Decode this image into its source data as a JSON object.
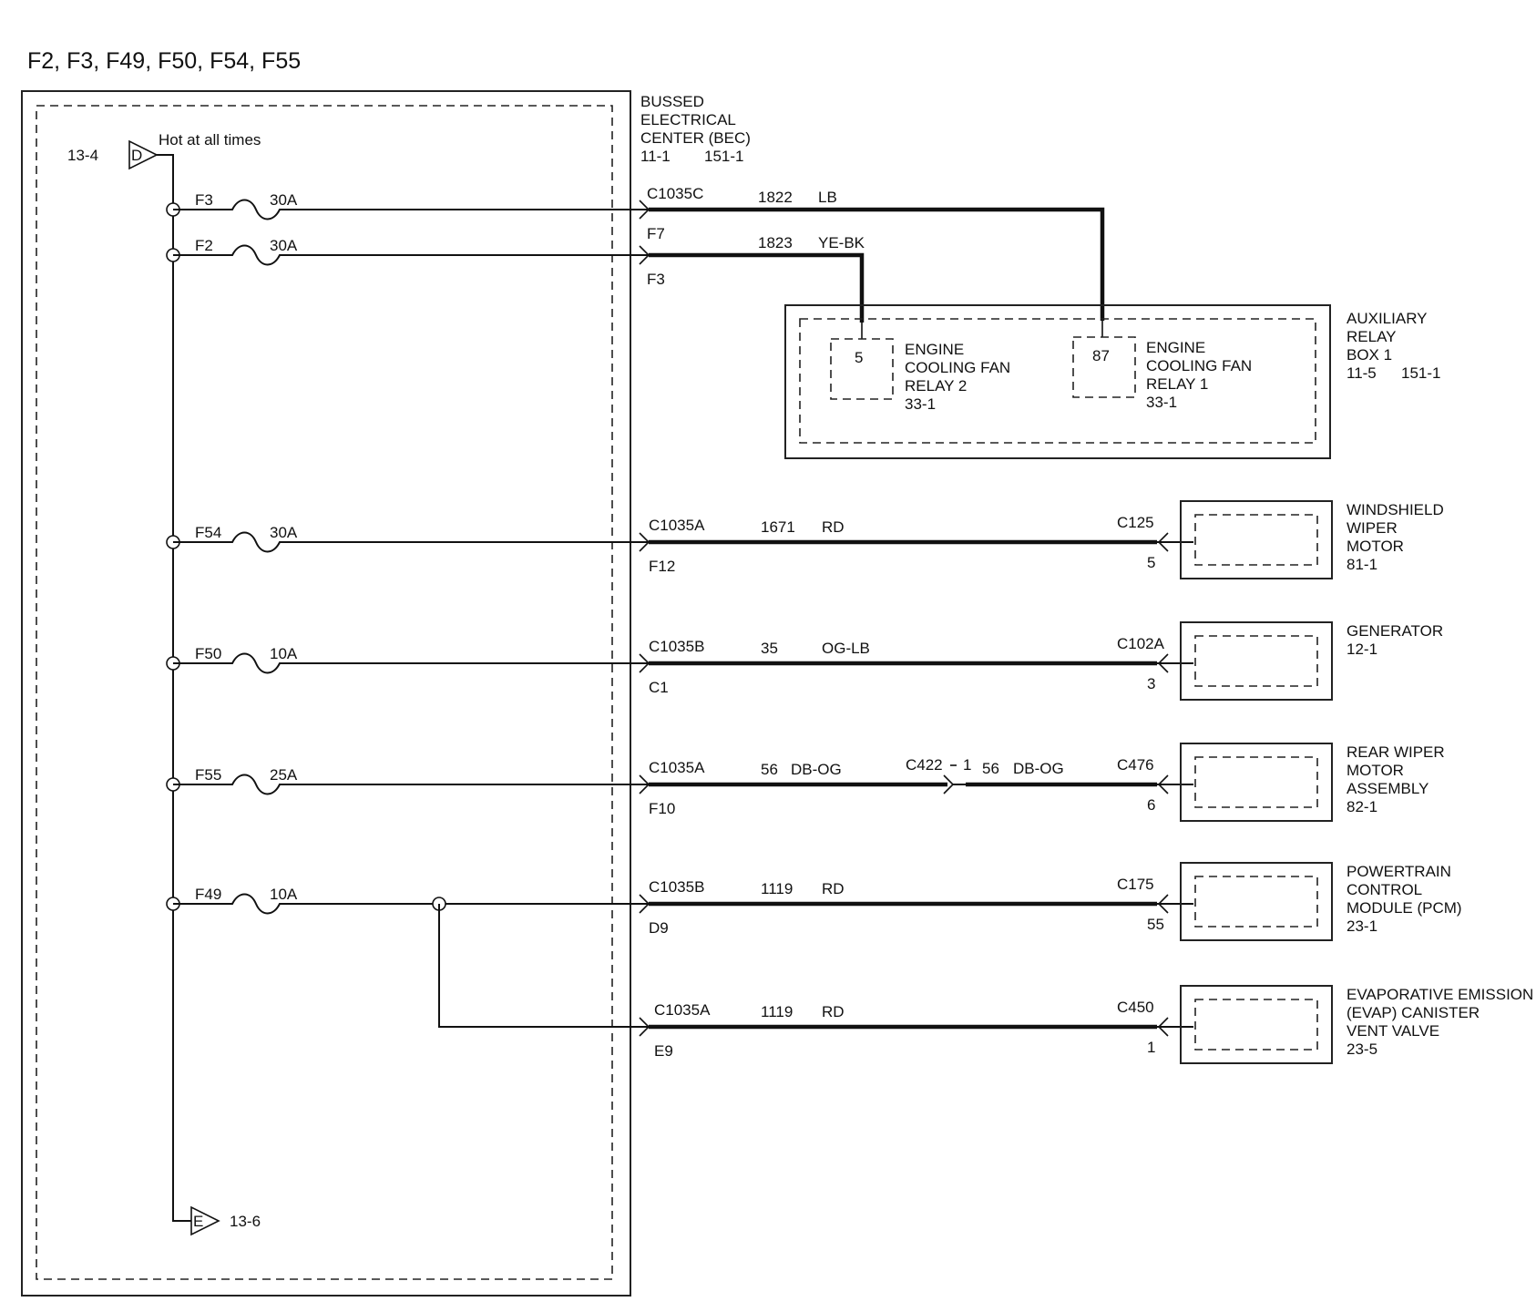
{
  "title": "F2, F3, F49, F50, F54, F55",
  "source": {
    "ref_in": "13-4",
    "connector_in": "D",
    "hot_label": "Hot at all times",
    "ref_out": "13-6",
    "connector_out": "E"
  },
  "bec": {
    "name_line1": "BUSSED",
    "name_line2": "ELECTRICAL",
    "name_line3": "CENTER (BEC)",
    "ref1": "11-1",
    "ref2": "151-1"
  },
  "fuses": [
    {
      "id": "F3",
      "rating": "30A"
    },
    {
      "id": "F2",
      "rating": "30A"
    },
    {
      "id": "F54",
      "rating": "30A"
    },
    {
      "id": "F50",
      "rating": "10A"
    },
    {
      "id": "F55",
      "rating": "25A"
    },
    {
      "id": "F49",
      "rating": "10A"
    }
  ],
  "circuits": [
    {
      "bec_connector": "C1035C",
      "bec_pin": "F7",
      "wire": "1822",
      "color": "LB"
    },
    {
      "bec_connector": "",
      "bec_pin": "F3",
      "wire": "1823",
      "color": "YE-BK"
    },
    {
      "bec_connector": "C1035A",
      "bec_pin": "F12",
      "wire": "1671",
      "color": "RD",
      "dest_connector": "C125",
      "dest_pin": "5"
    },
    {
      "bec_connector": "C1035B",
      "bec_pin": "C1",
      "wire": "35",
      "color": "OG-LB",
      "dest_connector": "C102A",
      "dest_pin": "3"
    },
    {
      "bec_connector": "C1035A",
      "bec_pin": "F10",
      "wire": "56",
      "color": "DB-OG",
      "inline_connector": "C422",
      "inline_pin": "1",
      "wire2": "56",
      "color2": "DB-OG",
      "dest_connector": "C476",
      "dest_pin": "6"
    },
    {
      "bec_connector": "C1035B",
      "bec_pin": "D9",
      "wire": "1119",
      "color": "RD",
      "dest_connector": "C175",
      "dest_pin": "55"
    },
    {
      "bec_connector": "C1035A",
      "bec_pin": "E9",
      "wire": "1119",
      "color": "RD",
      "dest_connector": "C450",
      "dest_pin": "1"
    }
  ],
  "aux_relay_box": {
    "name_line1": "AUXILIARY",
    "name_line2": "RELAY",
    "name_line3": "BOX 1",
    "ref1": "11-5",
    "ref2": "151-1",
    "relays": [
      {
        "pin": "5",
        "line1": "ENGINE",
        "line2": "COOLING FAN",
        "line3": "RELAY 2",
        "ref": "33-1"
      },
      {
        "pin": "87",
        "line1": "ENGINE",
        "line2": "COOLING FAN",
        "line3": "RELAY 1",
        "ref": "33-1"
      }
    ]
  },
  "components": [
    {
      "lines": [
        "WINDSHIELD",
        "WIPER",
        "MOTOR"
      ],
      "ref": "81-1"
    },
    {
      "lines": [
        "GENERATOR"
      ],
      "ref": "12-1"
    },
    {
      "lines": [
        "REAR WIPER",
        "MOTOR",
        "ASSEMBLY"
      ],
      "ref": "82-1"
    },
    {
      "lines": [
        "POWERTRAIN",
        "CONTROL",
        "MODULE (PCM)"
      ],
      "ref": "23-1"
    },
    {
      "lines": [
        "EVAPORATIVE EMISSION",
        "(EVAP) CANISTER",
        "VENT VALVE"
      ],
      "ref": "23-5"
    }
  ]
}
